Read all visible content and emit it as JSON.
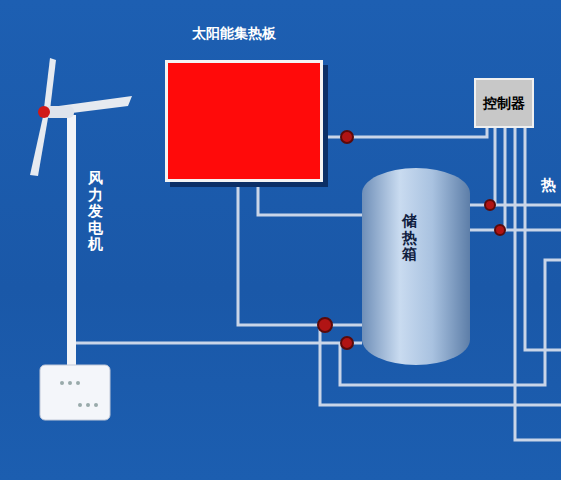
{
  "diagram": {
    "nodes": [
      {
        "text": [
          "太阳能集热板"
        ]
      },
      {
        "text": [
          "储热箱"
        ]
      },
      {
        "text": [
          "控制器"
        ]
      }
    ],
    "edges": [
      {
        "from": 0,
        "to": 1,
        "arrow": "none"
      },
      {
        "from": 0,
        "to": 1,
        "arrow": "none"
      },
      {
        "from": 0,
        "to": 2,
        "arrow": "none"
      },
      {
        "from": 1,
        "to": 2,
        "arrow": "none"
      },
      {
        "from": 1,
        "to": 2,
        "arrow": "none"
      }
    ],
    "labels": [
      "风力发电机",
      "热"
    ]
  }
}
